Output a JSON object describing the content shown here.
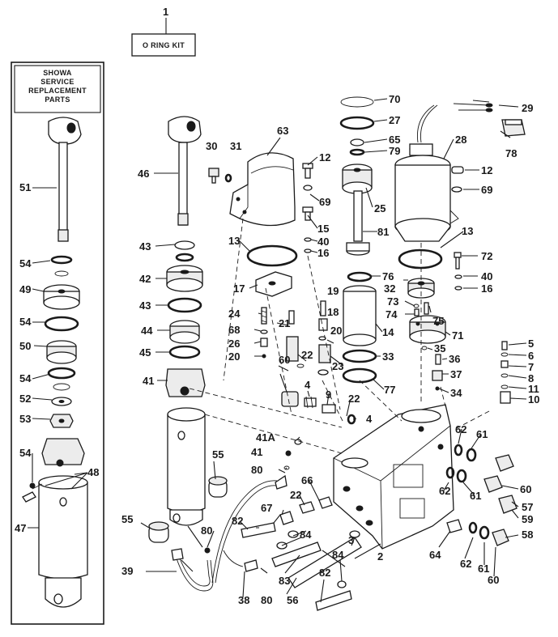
{
  "kit_box": {
    "callout": "1",
    "label": "O RING KIT"
  },
  "side_panel": {
    "header_lines": [
      "SHOWA",
      "SERVICE",
      "REPLACEMENT",
      "PARTS"
    ]
  },
  "callouts": {
    "c2": "2",
    "c3": "3",
    "c4a": "4",
    "c4b": "4",
    "c5": "5",
    "c6": "6",
    "c7": "7",
    "c8": "8",
    "c9": "9",
    "c10": "10",
    "c11": "11",
    "c12a": "12",
    "c12b": "12",
    "c13a": "13",
    "c13b": "13",
    "c14": "14",
    "c15": "15",
    "c16a": "16",
    "c16b": "16",
    "c17": "17",
    "c18": "18",
    "c19": "19",
    "c20a": "20",
    "c20b": "20",
    "c21": "21",
    "c22a": "22",
    "c22b": "22",
    "c22c": "22",
    "c23": "23",
    "c24": "24",
    "c25": "25",
    "c26": "26",
    "c27": "27",
    "c28": "28",
    "c29": "29",
    "c30": "30",
    "c31": "31",
    "c32": "32",
    "c33": "33",
    "c34": "34",
    "c35": "35",
    "c36": "36",
    "c37": "37",
    "c38": "38",
    "c39": "39",
    "c40a": "40",
    "c40b": "40",
    "c41": "41",
    "c41b": "41",
    "c41a": "41A",
    "c42": "42",
    "c43a": "43",
    "c43b": "43",
    "c44": "44",
    "c45": "45",
    "c46": "46",
    "c47": "47",
    "c48": "48",
    "c49": "49",
    "c50": "50",
    "c51": "51",
    "c52": "52",
    "c53": "53",
    "c54a": "54",
    "c54b": "54",
    "c54c": "54",
    "c54d": "54",
    "c55a": "55",
    "c55b": "55",
    "c56": "56",
    "c57": "57",
    "c58": "58",
    "c59": "59",
    "c60a": "60",
    "c60b": "60",
    "c60c": "60",
    "c61a": "61",
    "c61b": "61",
    "c61c": "61",
    "c62a": "62",
    "c62b": "62",
    "c62c": "62",
    "c63": "63",
    "c64": "64",
    "c65": "65",
    "c66": "66",
    "c67": "67",
    "c68": "68",
    "c69a": "69",
    "c69b": "69",
    "c70": "70",
    "c71": "71",
    "c72": "72",
    "c73": "73",
    "c74": "74",
    "c75": "75",
    "c76": "76",
    "c77": "77",
    "c78": "78",
    "c79": "79",
    "c80a": "80",
    "c80b": "80",
    "c80c": "80",
    "c81": "81",
    "c82a": "82",
    "c82b": "82",
    "c83": "83",
    "c84a": "84",
    "c84b": "84"
  }
}
